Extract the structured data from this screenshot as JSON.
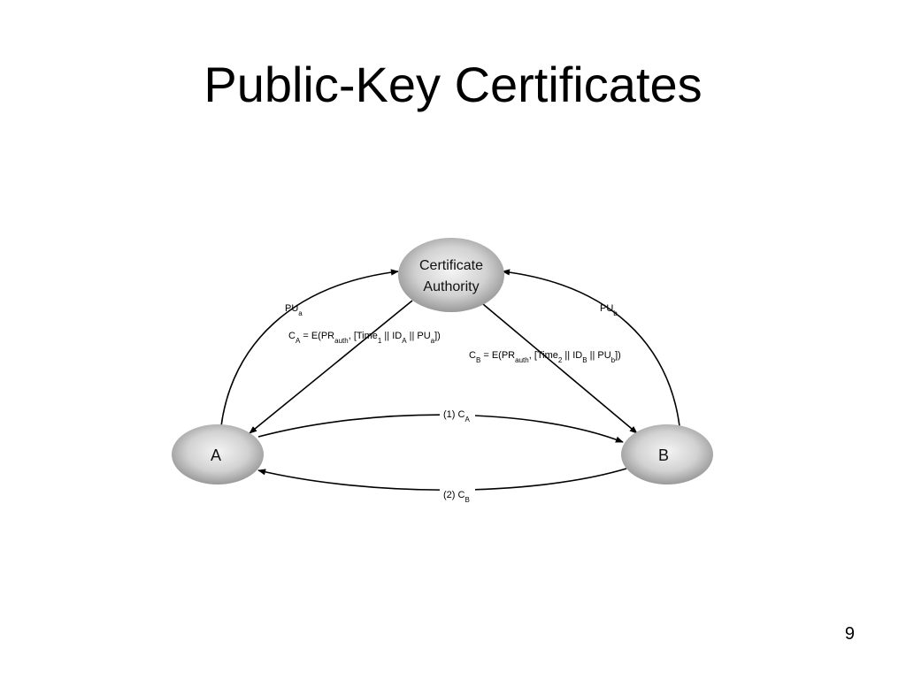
{
  "slide": {
    "title": "Public-Key Certificates",
    "page_number": "9"
  },
  "diagram": {
    "nodes": {
      "ca_line1": "Certificate",
      "ca_line2": "Authority",
      "a": "A",
      "b": "B"
    },
    "labels": {
      "pua": {
        "main": "PU",
        "sub": "a"
      },
      "pub": {
        "main": "PU",
        "sub": "b"
      },
      "ca_formula": {
        "c": "C",
        "c_sub": "A",
        "eq": " = E(PR",
        "auth": "auth",
        "mid": ", [Time",
        "t_sub": "1",
        "sep1": " || ID",
        "id_sub": "A",
        "sep2": " || PU",
        "pu_sub": "a",
        "end": "])"
      },
      "cb_formula": {
        "c": "C",
        "c_sub": "B",
        "eq": " = E(PR",
        "auth": "auth",
        "mid": ", [Time",
        "t_sub": "2",
        "sep1": " || ID",
        "id_sub": "B",
        "sep2": " || PU",
        "pu_sub": "b",
        "end": "])"
      },
      "step1": {
        "prefix": "(1) C",
        "sub": "A"
      },
      "step2": {
        "prefix": "(2) C",
        "sub": "B"
      }
    },
    "colors": {
      "node_light": "#f4f4f4",
      "node_dark": "#8c8c8c",
      "line": "#000000"
    }
  }
}
